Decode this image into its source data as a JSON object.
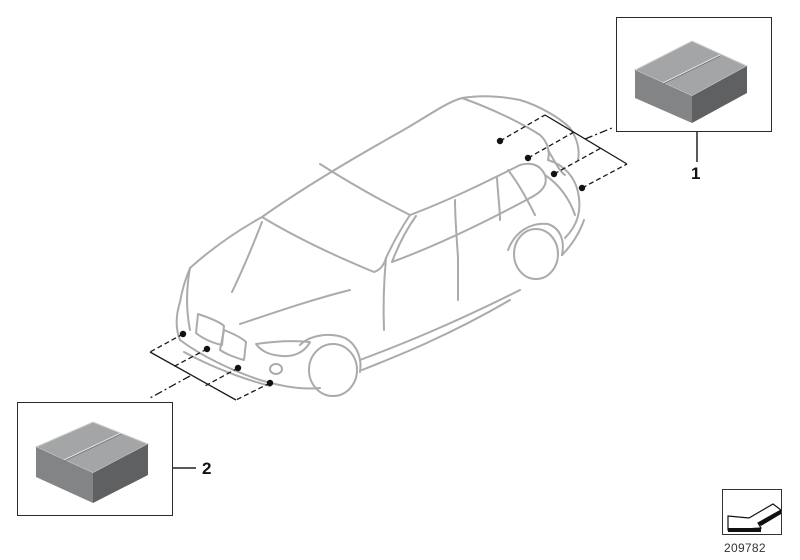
{
  "diagram": {
    "subject": "vehicle-outline-suv",
    "callouts": [
      {
        "number": "1",
        "part_icon": "box-icon",
        "location": "rear-bumper"
      },
      {
        "number": "2",
        "part_icon": "box-icon",
        "location": "front-bumper"
      }
    ],
    "diagram_id": "209782"
  },
  "colors": {
    "car_outline": "#a9abad",
    "leader_lines": "#1a1a1a",
    "box_top": "#a3a5a6",
    "box_front": "#828485",
    "box_side": "#5e6061",
    "frame": "#2a2a2a"
  }
}
